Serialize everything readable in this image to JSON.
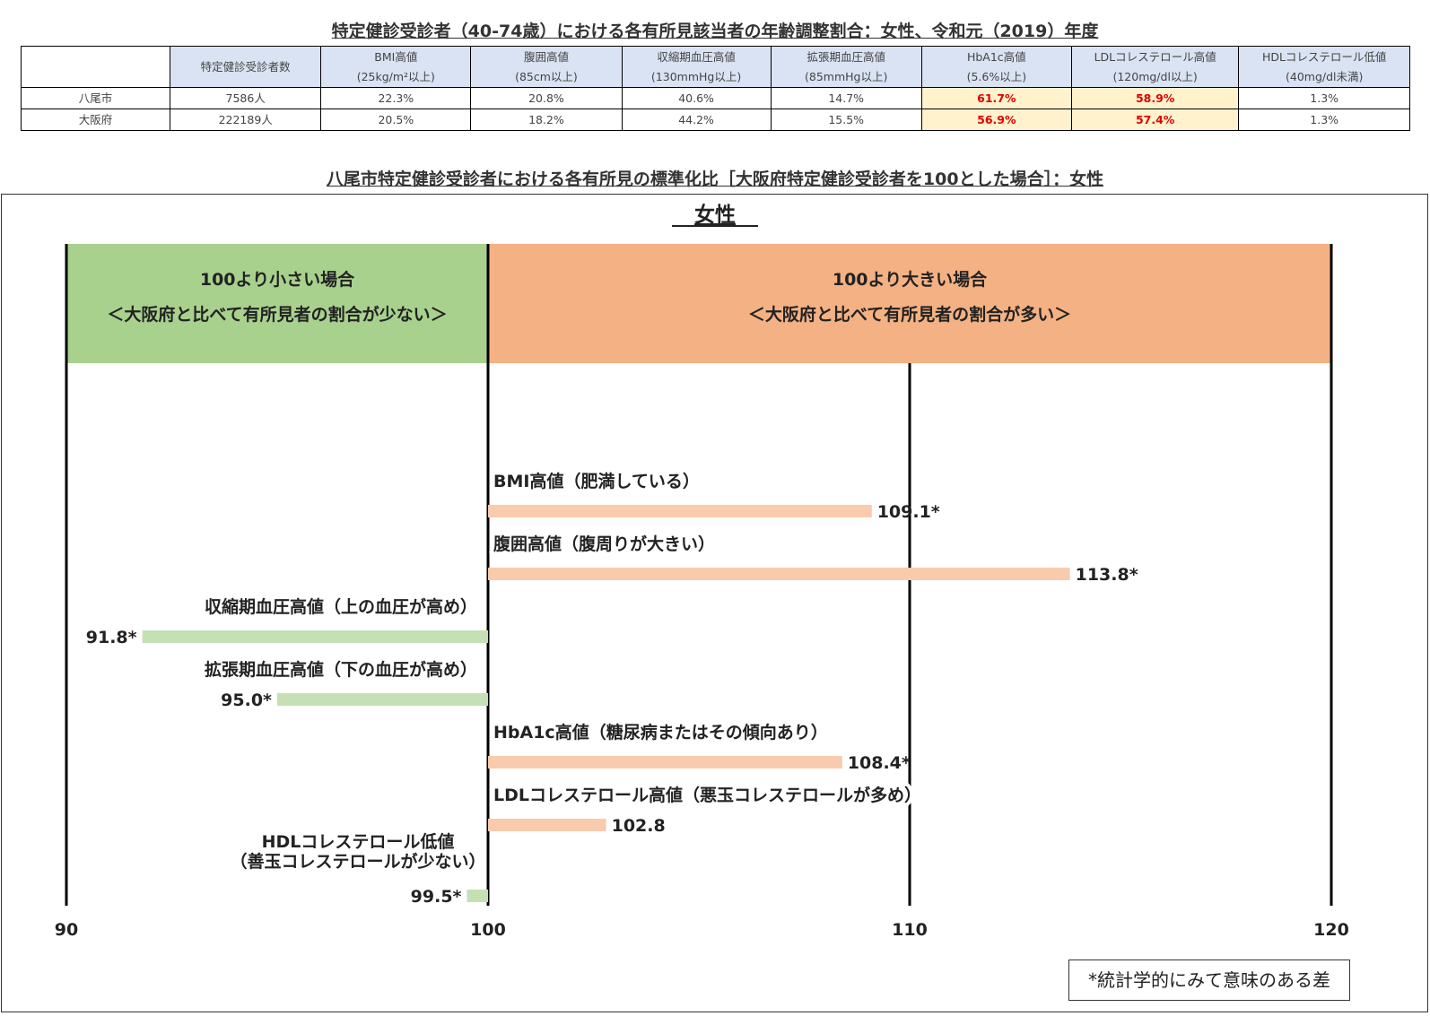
{
  "table": {
    "title": "特定健診受診者（40-74歳）における各有所見該当者の年齢調整割合：女性、令和元（2019）年度",
    "headers": [
      {
        "l1": "特定健診受診者数",
        "l2": ""
      },
      {
        "l1": "BMI高値",
        "l2": "(25kg/m²以上)"
      },
      {
        "l1": "腹囲高値",
        "l2": "(85cm以上)"
      },
      {
        "l1": "収縮期血圧高値",
        "l2": "(130mmHg以上)"
      },
      {
        "l1": "拡張期血圧高値",
        "l2": "(85mmHg以上)"
      },
      {
        "l1": "HbA1c高値",
        "l2": "(5.6%以上)"
      },
      {
        "l1": "LDLコレステロール高値",
        "l2": "(120mg/dl以上)"
      },
      {
        "l1": "HDLコレステロール低値",
        "l2": "(40mg/dl未満)"
      }
    ],
    "rows": [
      {
        "name": "八尾市",
        "cells": [
          "7586人",
          "22.3%",
          "20.8%",
          "40.6%",
          "14.7%",
          "61.7%",
          "58.9%",
          "1.3%"
        ]
      },
      {
        "name": "大阪府",
        "cells": [
          "222189人",
          "20.5%",
          "18.2%",
          "44.2%",
          "15.5%",
          "56.9%",
          "57.4%",
          "1.3%"
        ]
      }
    ],
    "highlight_columns": [
      5,
      6
    ]
  },
  "chart_title": "八尾市特定健診受診者における各有所見の標準化比［大阪府特定健診受診者を100とした場合］：女性",
  "chart_data": {
    "type": "bar",
    "orientation": "horizontal",
    "title": "女性",
    "xlim": [
      90,
      120
    ],
    "baseline": 100,
    "xticks": [
      "90",
      "100",
      "110",
      "120"
    ],
    "grid": true,
    "categories": [
      [
        "BMI高値（肥満している）"
      ],
      [
        "腹囲高値（腹周りが大きい）"
      ],
      [
        "収縮期血圧高値（上の血圧が高め）"
      ],
      [
        "拡張期血圧高値（下の血圧が高め）"
      ],
      [
        "HbA1c高値（糖尿病またはその傾向あり）"
      ],
      [
        "LDLコレステロール高値（悪玉コレステロールが多め）"
      ],
      [
        "HDLコレステロール低値",
        "（善玉コレステロールが少ない）"
      ]
    ],
    "values": [
      109.1,
      113.8,
      91.8,
      95.0,
      108.4,
      102.8,
      99.5
    ],
    "value_labels": [
      "109.1*",
      "113.8*",
      "91.8*",
      "95.0*",
      "108.4*",
      "102.8",
      "99.5*"
    ],
    "significant": [
      true,
      true,
      true,
      true,
      true,
      false,
      true
    ],
    "zones": {
      "below": {
        "line1": "100より小さい場合",
        "line2": "＜大阪府と比べて有所見者の割合が少ない＞",
        "color": "#a9d18e"
      },
      "above": {
        "line1": "100より大きい場合",
        "line2": "＜大阪府と比べて有所見者の割合が多い＞",
        "color": "#f4b183"
      }
    },
    "bar_colors": {
      "above": "#f8cbad",
      "below": "#c5e0b4"
    },
    "footnote": "*統計学的にみて意味のある差"
  }
}
